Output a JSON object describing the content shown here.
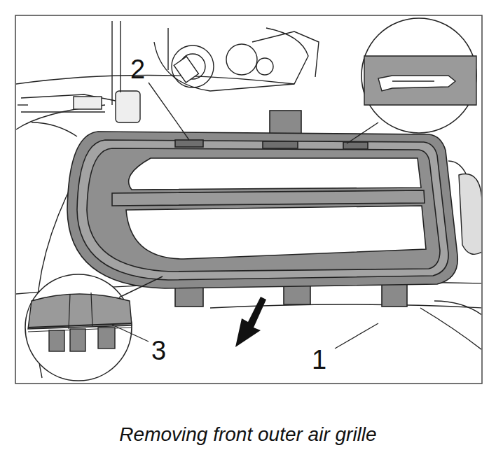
{
  "diagram": {
    "caption": "Removing front outer air grille",
    "labels": [
      "2",
      "3",
      "1"
    ]
  }
}
